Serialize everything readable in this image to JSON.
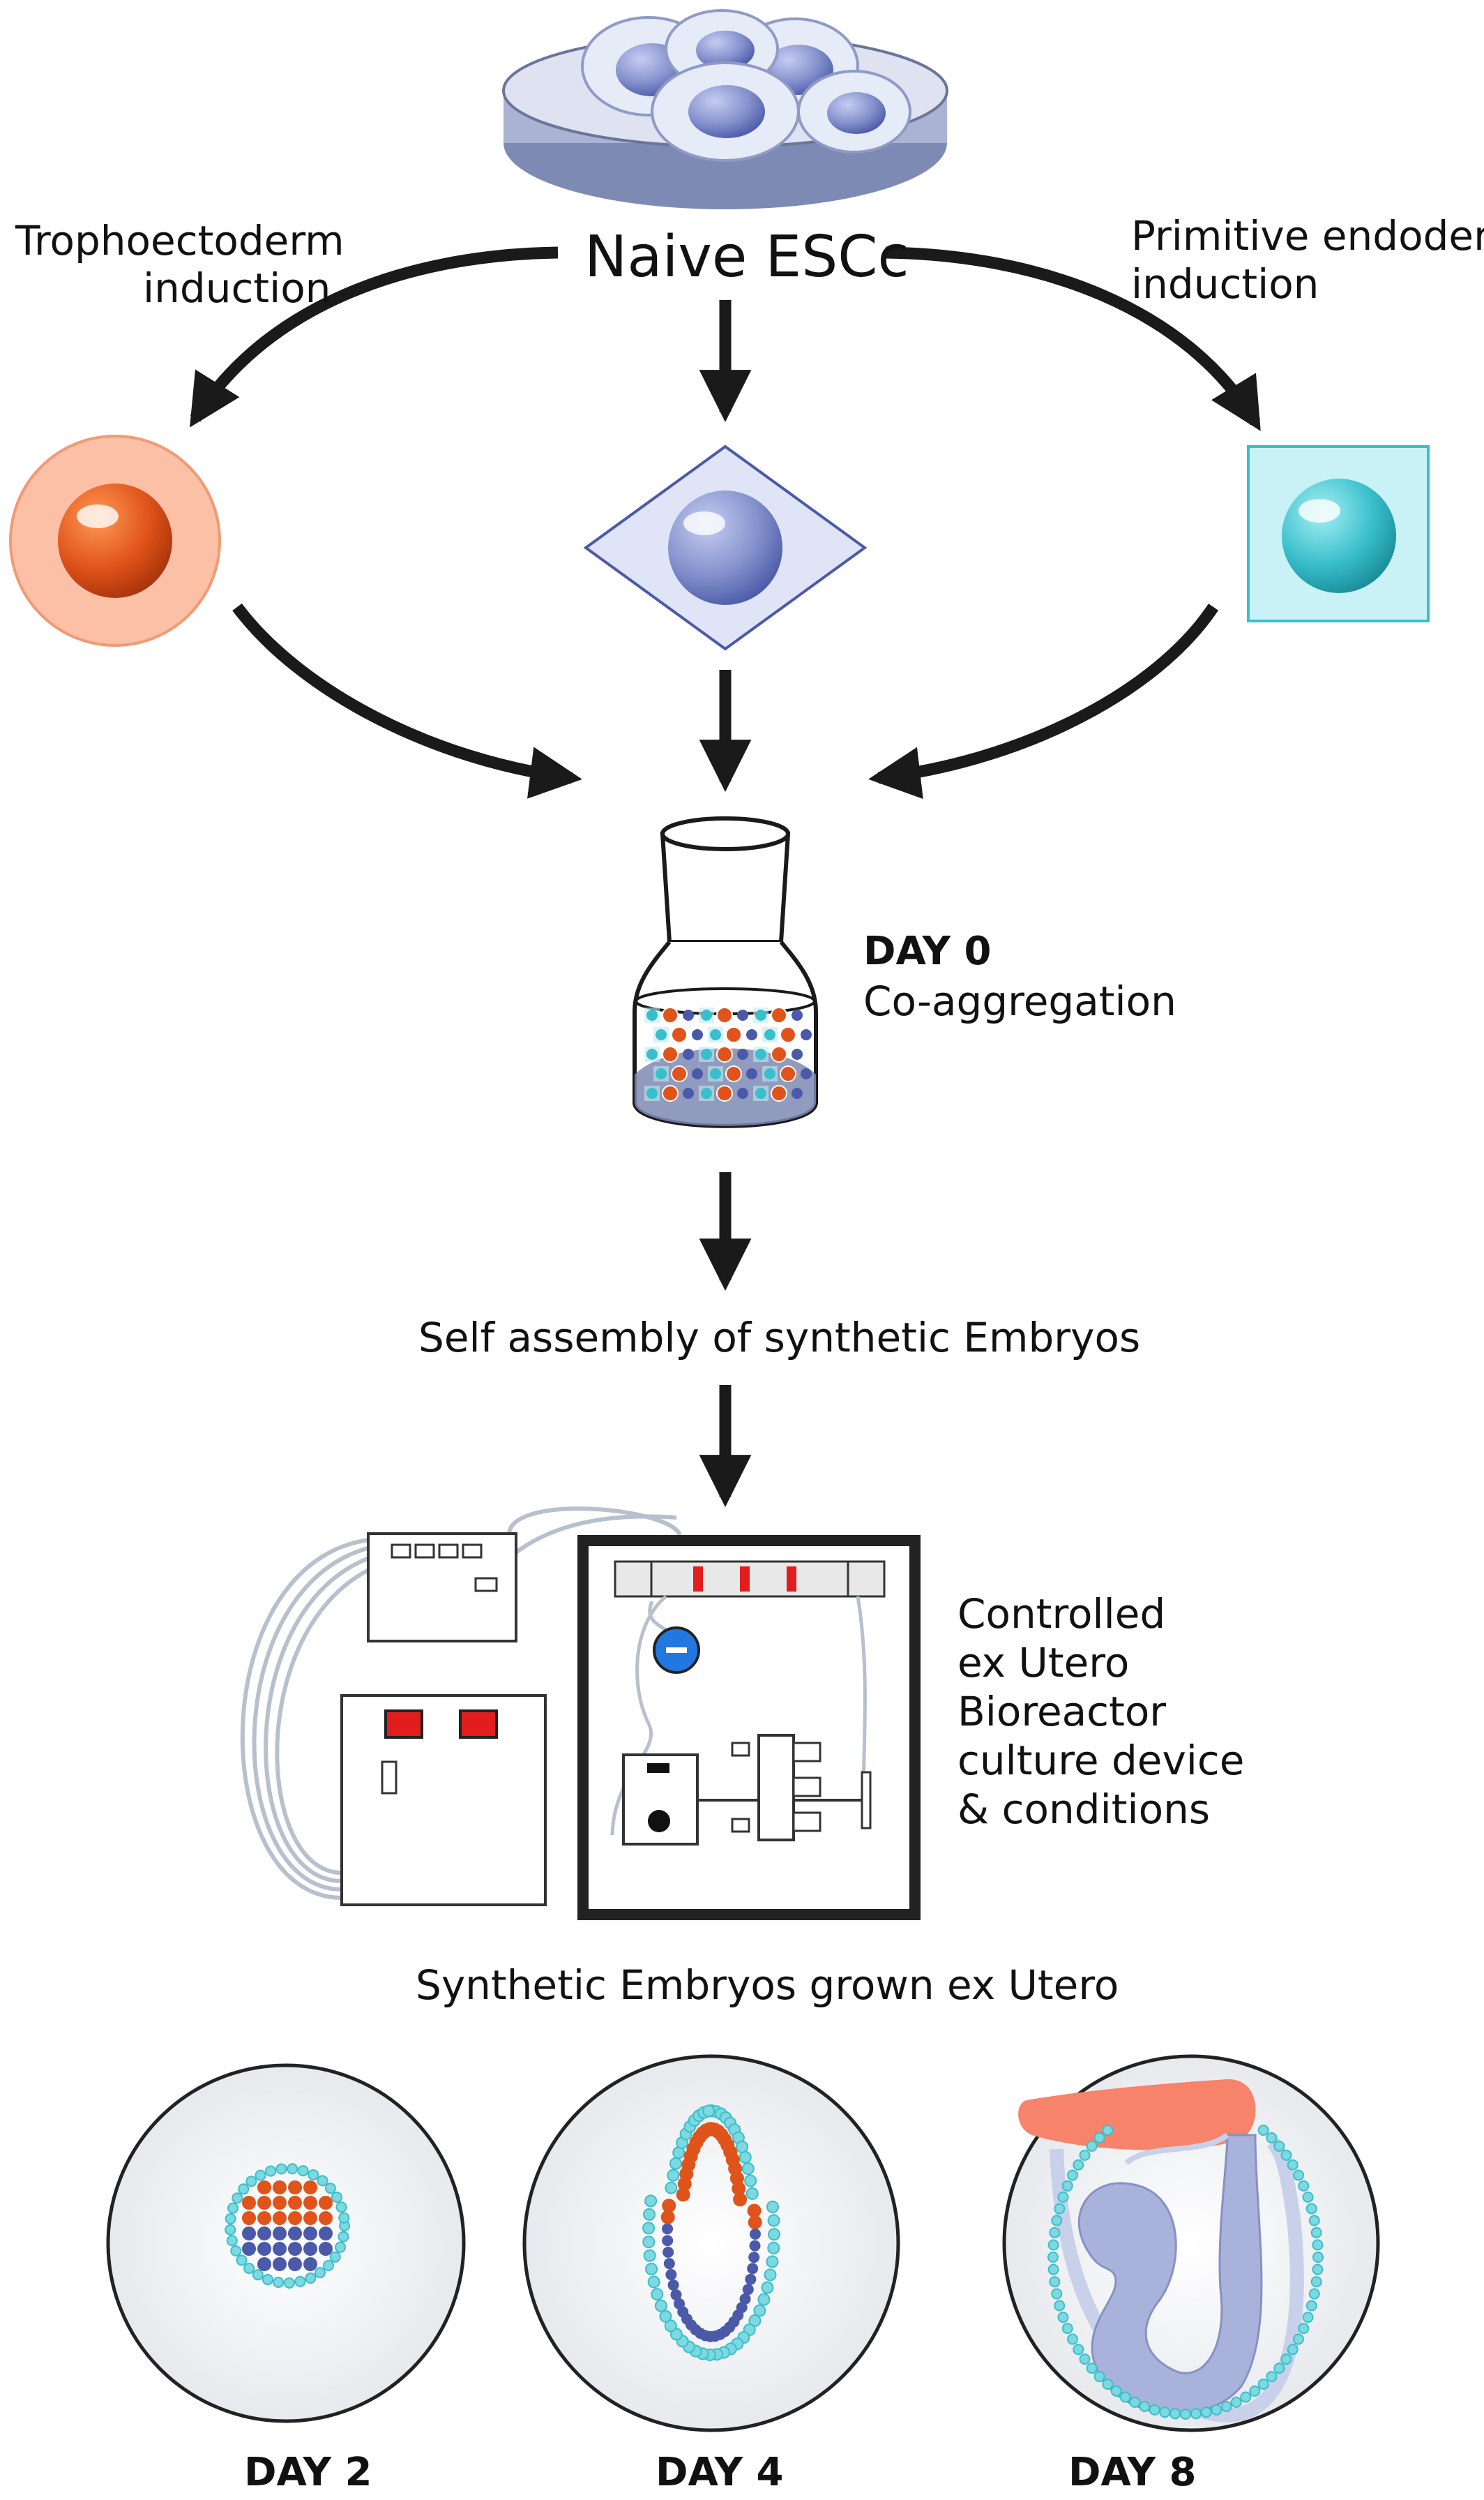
{
  "source": {
    "label": "Naive ESCc"
  },
  "branches": {
    "left": {
      "line1": "Trophoectoderm",
      "line2": "induction"
    },
    "right": {
      "line1": "Primitive endoderm",
      "line2": "induction"
    }
  },
  "day0": {
    "title": "DAY 0",
    "subtitle": "Co-aggregation"
  },
  "assembly": {
    "label": "Self assembly of synthetic Embryos"
  },
  "bioreactor": {
    "lines": [
      "Controlled",
      "ex Utero",
      "Bioreactor",
      "culture device",
      "& conditions"
    ]
  },
  "growth": {
    "label": "Synthetic Embryos grown ex Utero"
  },
  "stages": [
    {
      "day": "DAY 2"
    },
    {
      "day": "DAY 4"
    },
    {
      "day": "DAY 8"
    }
  ],
  "colors": {
    "trophoblast": "#e0531a",
    "epiblast": "#4b5aa8",
    "endoderm": "#39bfcc",
    "arrow": "#1a1a1a"
  }
}
